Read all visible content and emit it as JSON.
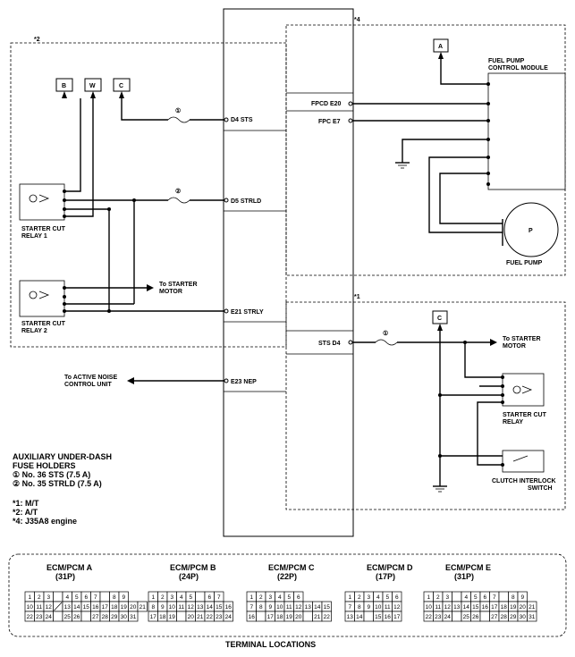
{
  "markers": {
    "star2": "*2",
    "star4": "*4",
    "star1": "*1"
  },
  "connectors": {
    "b": "B",
    "w": "W",
    "c": "C",
    "a": "A",
    "c2": "C"
  },
  "fuse_nums": {
    "f1": "①",
    "f2": "②",
    "f1b": "①"
  },
  "pins": {
    "d4": "D4 STS",
    "d5": "D5 STRLD",
    "e21": "E21 STRLY",
    "e23": "E23 NEP",
    "fpcd": "FPCD E20",
    "fpc": "FPC E7",
    "sts_d4": "STS D4"
  },
  "components": {
    "relay1_l1": "STARTER CUT",
    "relay1_l2": "RELAY 1",
    "relay2_l1": "STARTER CUT",
    "relay2_l2": "RELAY 2",
    "to_starter1_l1": "To STARTER",
    "to_starter1_l2": "MOTOR",
    "anc_l1": "To ACTIVE NOISE",
    "anc_l2": "CONTROL UNIT",
    "fpcm_l1": "FUEL PUMP",
    "fpcm_l2": "CONTROL MODULE",
    "pump_label": "FUEL PUMP",
    "pump_symbol": "P",
    "to_starter2_l1": "To STARTER",
    "to_starter2_l2": "MOTOR",
    "relay3_l1": "STARTER CUT",
    "relay3_l2": "RELAY",
    "clutch_l1": "CLUTCH INTERLOCK",
    "clutch_l2": "SWITCH"
  },
  "notes": {
    "fuse_title1": "AUXILIARY UNDER-DASH",
    "fuse_title2": "FUSE HOLDERS",
    "fuse1": "① No. 36 STS (7.5 A)",
    "fuse2": "② No. 35 STRLD (7.5 A)",
    "n1": "*1: M/T",
    "n2": "*2: A/T",
    "n4": "*4: J35A8 engine"
  },
  "ecm": [
    {
      "name": "ECM/PCM A",
      "pins": "(31P)",
      "rows": [
        [
          "1",
          "2",
          "3",
          "|",
          "4",
          "5",
          "6",
          "7",
          "",
          "8",
          "9"
        ],
        [
          "10",
          "11",
          "12",
          "/",
          "13",
          "14",
          "15",
          "16",
          "17",
          "18",
          "19",
          "20",
          "21"
        ],
        [
          "22",
          "23",
          "24",
          "",
          "25",
          "26",
          "",
          "27",
          "28",
          "29",
          "30",
          "31"
        ]
      ]
    },
    {
      "name": "ECM/PCM B",
      "pins": "(24P)",
      "rows": [
        [
          "1",
          "2",
          "3",
          "4",
          "5",
          "",
          "6",
          "7"
        ],
        [
          "8",
          "9",
          "10",
          "11",
          "12",
          "13",
          "14",
          "15",
          "16"
        ],
        [
          "17",
          "18",
          "19",
          "",
          "20",
          "21",
          "22",
          "23",
          "24"
        ]
      ]
    },
    {
      "name": "ECM/PCM C",
      "pins": "(22P)",
      "rows": [
        [
          "1",
          "2",
          "3",
          "4",
          "5",
          "6"
        ],
        [
          "7",
          "8",
          "9",
          "10",
          "11",
          "12",
          "13",
          "14",
          "15"
        ],
        [
          "16",
          "",
          "17",
          "18",
          "19",
          "20",
          "",
          "21",
          "22"
        ]
      ]
    },
    {
      "name": "ECM/PCM D",
      "pins": "(17P)",
      "rows": [
        [
          "1",
          "2",
          "3",
          "4",
          "5",
          "6"
        ],
        [
          "7",
          "8",
          "9",
          "10",
          "11",
          "12"
        ],
        [
          "13",
          "14",
          "",
          "15",
          "16",
          "17"
        ]
      ]
    },
    {
      "name": "ECM/PCM E",
      "pins": "(31P)",
      "rows": [
        [
          "1",
          "2",
          "3",
          "|",
          "4",
          "5",
          "6",
          "7",
          "",
          "8",
          "9"
        ],
        [
          "10",
          "11",
          "12",
          "13",
          "14",
          "15",
          "16",
          "17",
          "18",
          "19",
          "20",
          "21"
        ],
        [
          "22",
          "23",
          "24",
          "",
          "25",
          "26",
          "",
          "27",
          "28",
          "29",
          "30",
          "31"
        ]
      ]
    }
  ],
  "footer": "TERMINAL LOCATIONS"
}
